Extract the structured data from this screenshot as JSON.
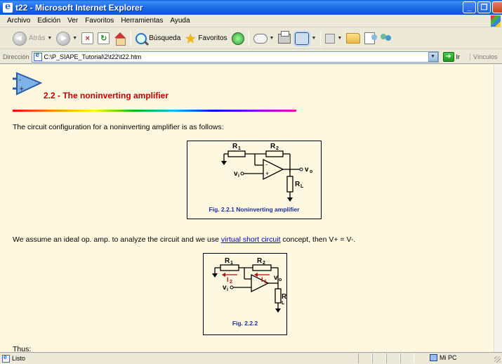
{
  "window": {
    "title": "t22 - Microsoft Internet Explorer"
  },
  "menu": {
    "items": [
      "Archivo",
      "Edición",
      "Ver",
      "Favoritos",
      "Herramientas",
      "Ayuda"
    ]
  },
  "toolbar": {
    "back_label": "Atrás",
    "search_label": "Búsqueda",
    "favorites_label": "Favoritos"
  },
  "address": {
    "label": "Dirección",
    "url": "C:\\P_SIAPE_Tutorial\\2\\t22\\t22.htm",
    "go_label": "Ir",
    "links_label": "Vínculos"
  },
  "page": {
    "heading": "2.2 - The noninverting amplifier",
    "intro": "The circuit configuration for a noninverting amplifier is as follows:",
    "figure1": {
      "caption": "Fig. 2.2.1 Noninverting amplifier",
      "labels": {
        "r1": "R",
        "r1_sub": "1",
        "r2": "R",
        "r2_sub": "2",
        "vi": "v",
        "vi_sub": "i",
        "vo": "v",
        "vo_sub": "o",
        "rl": "R",
        "rl_sub": "L",
        "minus": "-",
        "plus": "+"
      }
    },
    "assume_text_before": "We assume an ideal op. amp. to analyze the circuit and we use ",
    "assume_link": "virtual short circuit",
    "assume_text_after": " concept, then V+ = V-.",
    "figure2": {
      "caption": "Fig. 2.2.2",
      "labels": {
        "r1": "R",
        "r1_sub": "1",
        "r2": "R",
        "r2_sub": "2",
        "i2": "I",
        "i2_sub": "2",
        "i1": "I",
        "i1_sub": "1",
        "vi": "v",
        "vi_sub": "i",
        "vo": "v",
        "vo_sub": "o",
        "rl": "R",
        "rl_sub": "L"
      }
    },
    "thus": "Thus:"
  },
  "status": {
    "text": "Listo",
    "zone": "Mi PC"
  },
  "colors": {
    "heading": "#c00000",
    "caption": "#1a2d9c",
    "page_bg": "#fff8e0",
    "current_arrow": "#cc0000"
  }
}
